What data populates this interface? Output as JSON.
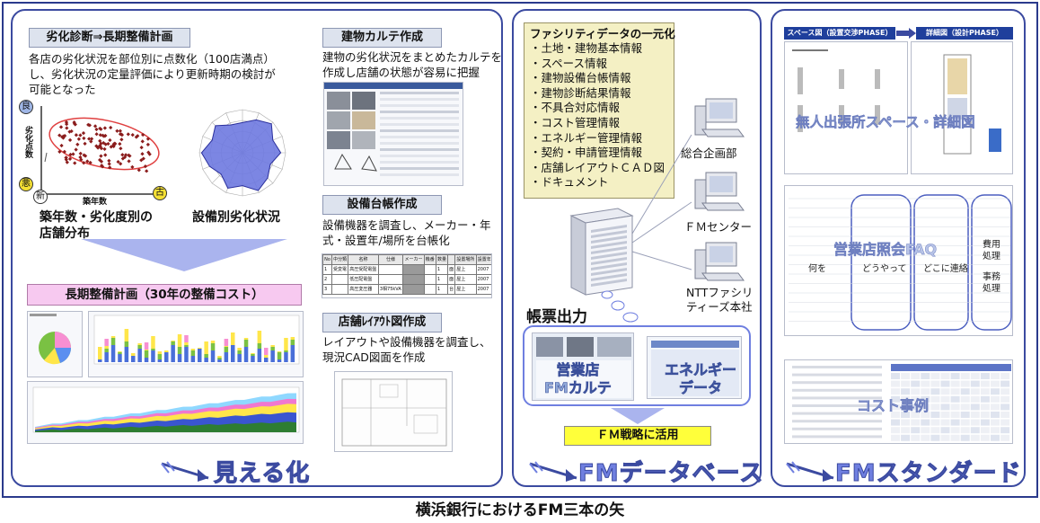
{
  "title": "横浜銀行におけるFM三本の矢",
  "panel1": {
    "diag_header": "劣化診断⇒長期整備計画",
    "diag_text": [
      "各店の劣化状況を部位別に点数化（100店満点）",
      "し、劣化状況の定量評価により更新時期の検討が",
      "可能となった"
    ],
    "scatter_top_badge": "良",
    "scatter_bottom_badge": "悪",
    "scatter_bottom_left_badge": "新",
    "scatter_right_badge": "古",
    "scatter_ylabel": "劣化点数",
    "scatter_xlabel": "築年数",
    "scatter_caption": [
      "築年数・劣化度別の",
      "店舗分布"
    ],
    "radar_caption": "設備別劣化状況",
    "plan_header": "長期整備計画（30年の整備コスト）",
    "footer": "見える化",
    "karte_header": "建物カルテ作成",
    "karte_text": [
      "建物の劣化状況をまとめたカルテを",
      "作成し店舗の状態が容易に把握"
    ],
    "ledger_header": "設備台帳作成",
    "ledger_text": [
      "設備機器を調査し、メーカー・年",
      "式・設置年/場所を台帳化"
    ],
    "ledger_table": {
      "headers": [
        "No",
        "中分類",
        "名称",
        "仕様",
        "メーカー",
        "機番",
        "数量",
        "",
        "設置場所",
        "設置年"
      ],
      "rows": [
        [
          "1",
          "受変電",
          "高圧受配電盤",
          "",
          "",
          "",
          "1",
          "面",
          "屋上",
          "2007"
        ],
        [
          "2",
          "",
          "低圧配電盤",
          "",
          "",
          "",
          "1",
          "面",
          "屋上",
          "2007"
        ],
        [
          "3",
          "",
          "高圧変圧器",
          "3相75kVA",
          "",
          "",
          "1",
          "台",
          "屋上",
          "2007"
        ]
      ]
    },
    "layout_header": "店舗ﾚｲｱｳﾄ図作成",
    "layout_text": [
      "レイアウトや設備機器を調査し、",
      "現況CAD図面を作成"
    ]
  },
  "panel2": {
    "data_title": "ファシリティデータの一元化",
    "data_items": [
      "・土地・建物基本情報",
      "・スペース情報",
      "・建物設備台帳情報",
      "・建物診断結果情報",
      "・不具合対応情報",
      "・コスト管理情報",
      "・エネルギー管理情報",
      "・契約・申請管理情報",
      "・店舗レイアウトＣＡＤ図",
      "・ドキュメント"
    ],
    "client1": "総合企画部",
    "client2": "ＦＭセンター",
    "client3": [
      "NTTファシリ",
      "ティーズ本社"
    ],
    "output_label": "帳票出力",
    "out1": [
      "営業店",
      "FMカルテ"
    ],
    "out2": [
      "エネルギー",
      "データ"
    ],
    "strategy": "ＦＭ戦略に活用",
    "footer": "FMデータベース"
  },
  "panel3": {
    "phase1": "スペース図（設置交渉PHASE）",
    "phase2": "詳細図（設計PHASE）",
    "space_overlay": "無人出張所スペース・詳細図",
    "faq_overlay": "営業店照会FAQ",
    "faq_what": "何を",
    "faq_how": "どうやって",
    "faq_where": "どこに連絡",
    "faq_cost": [
      "費用",
      "処理"
    ],
    "faq_office": [
      "事務",
      "処理"
    ],
    "cost_overlay": "コスト事例",
    "footer": "FMスタンダード"
  },
  "colors": {
    "frame": "#2a3a8c",
    "accent": "#3b4aa0",
    "header_bg": "#dde3ee",
    "data_box": "#f4f0c4",
    "strategy_box": "#ffff3a",
    "plan_header_bg": "#f7c9f0"
  }
}
